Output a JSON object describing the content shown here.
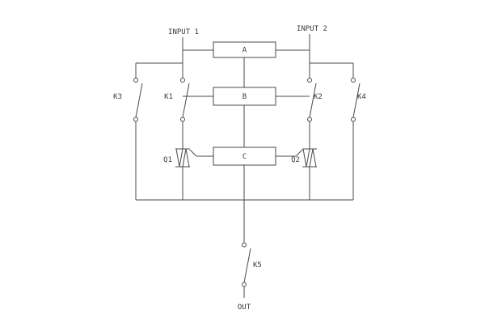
{
  "diagram": {
    "labels": {
      "input1": "INPUT 1",
      "input2": "INPUT 2",
      "out": "OUT"
    },
    "blocks": {
      "a": "A",
      "b": "B",
      "c": "C"
    },
    "switches": {
      "k1": "K1",
      "k2": "K2",
      "k3": "K3",
      "k4": "K4",
      "k5": "K5"
    },
    "semiconductors": {
      "q1": "Q1",
      "q2": "Q2"
    },
    "colors": {
      "background": "#ffffff",
      "line": "#4a4a4a",
      "text": "#3a3a3a"
    }
  }
}
